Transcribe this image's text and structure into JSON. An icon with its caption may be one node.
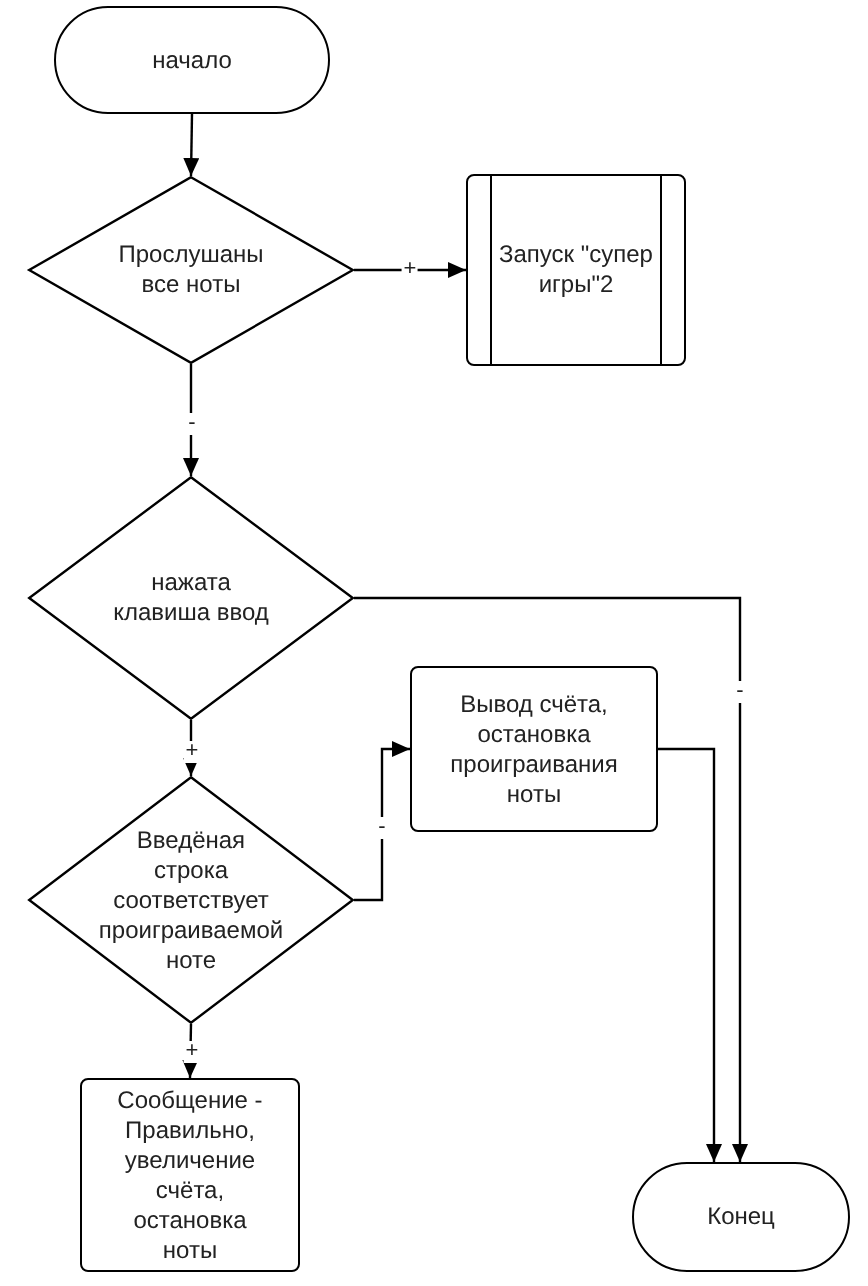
{
  "diagram": {
    "nodes": [
      {
        "text": [
          "начало"
        ]
      },
      {
        "text": [
          "Прослушаны все ноты"
        ]
      },
      {
        "text": [
          "Запуск \"супер игры\"2"
        ]
      },
      {
        "text": [
          "нажата клавиша ввод"
        ]
      },
      {
        "text": [
          "Вывод счёта, остановка проиграивания ноты"
        ]
      },
      {
        "text": [
          "Введёная строка соответствует проиграиваемой ноте"
        ]
      },
      {
        "text": [
          "Сообщение - Правильно, увеличение счёта, остановка ноты"
        ]
      },
      {
        "text": [
          "Конец"
        ]
      }
    ],
    "edges": [
      {
        "from": 0,
        "to": 1,
        "arrow": "to"
      },
      {
        "from": 1,
        "to": 2,
        "arrow": "to",
        "label": "+"
      },
      {
        "from": 1,
        "to": 3,
        "arrow": "to",
        "label": "-"
      },
      {
        "from": 3,
        "to": 7,
        "arrow": "to",
        "label": "-"
      },
      {
        "from": 3,
        "to": 5,
        "arrow": "to",
        "label": "+"
      },
      {
        "from": 5,
        "to": 4,
        "arrow": "to",
        "label": "-"
      },
      {
        "from": 5,
        "to": 6,
        "arrow": "to",
        "label": "+"
      },
      {
        "from": 4,
        "to": 7,
        "arrow": "to"
      }
    ]
  }
}
